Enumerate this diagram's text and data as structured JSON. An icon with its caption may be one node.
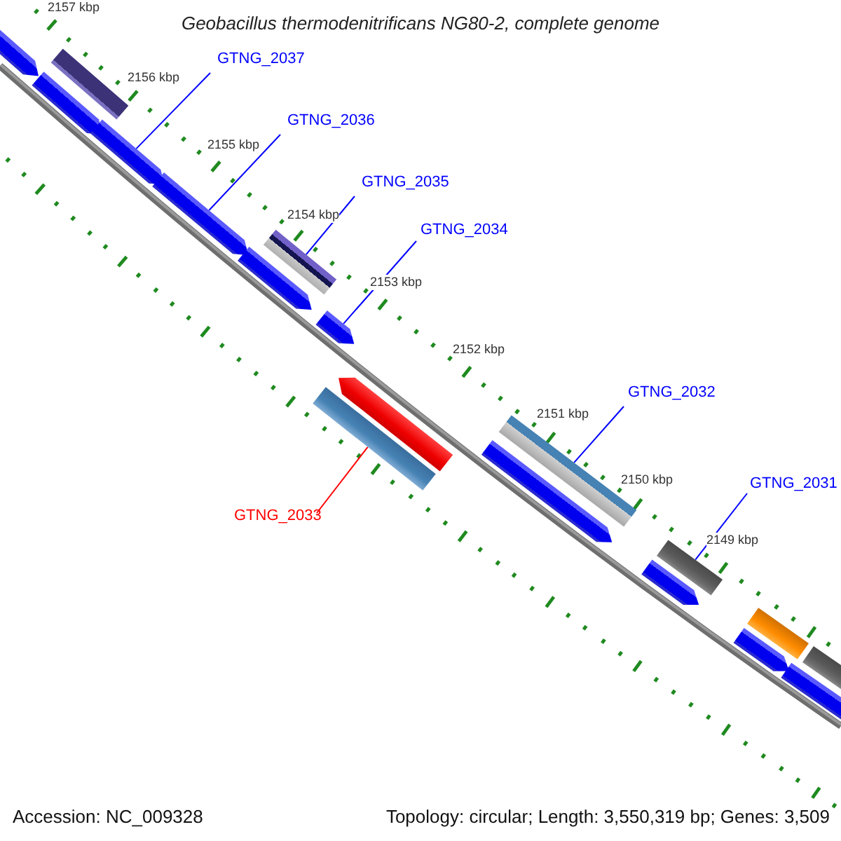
{
  "diagram": {
    "title": "Geobacillus thermodenitrificans NG80-2, complete genome",
    "nodes": [
      {
        "text": [
          "GTNG_2037"
        ]
      },
      {
        "text": [
          "GTNG_2036"
        ]
      },
      {
        "text": [
          "GTNG_2035"
        ]
      },
      {
        "text": [
          "GTNG_2034"
        ]
      },
      {
        "text": [
          "GTNG_2032"
        ]
      },
      {
        "text": [
          "GTNG_2031"
        ]
      },
      {
        "text": [
          "GTNG_2033"
        ]
      },
      {
        "text": [],
        "shape": "arrow"
      },
      {
        "text": [],
        "shape": "arrow"
      },
      {
        "text": [],
        "shape": "bar"
      },
      {
        "text": [],
        "shape": "arrow"
      },
      {
        "text": [],
        "shape": "arrow"
      },
      {
        "text": [],
        "shape": "arrow"
      },
      {
        "text": [],
        "shape": "bar"
      },
      {
        "text": [],
        "shape": "arrow"
      },
      {
        "text": [],
        "shape": "bar"
      },
      {
        "text": [],
        "shape": "arrow"
      },
      {
        "text": [],
        "shape": "arrow"
      },
      {
        "text": [],
        "shape": "bar"
      },
      {
        "text": [],
        "shape": "arrow"
      },
      {
        "text": [],
        "shape": "bar"
      },
      {
        "text": [],
        "shape": "arrow"
      },
      {
        "text": [],
        "shape": "bar"
      },
      {
        "text": [],
        "shape": "arrow"
      },
      {
        "text": [],
        "shape": "bar"
      }
    ],
    "edges": [
      {
        "from": 0,
        "to": 10,
        "arrow": "none"
      },
      {
        "from": 1,
        "to": 11,
        "arrow": "none"
      },
      {
        "from": 2,
        "to": 13,
        "arrow": "none"
      },
      {
        "from": 3,
        "to": 14,
        "arrow": "none"
      },
      {
        "from": 4,
        "to": 18,
        "arrow": "none"
      },
      {
        "from": 5,
        "to": 20,
        "arrow": "none"
      },
      {
        "from": 6,
        "to": 15,
        "arrow": "none",
        "color": "#ff0000"
      }
    ],
    "labels": [
      "2157 kbp",
      "2156 kbp",
      "2155 kbp",
      "2154 kbp",
      "2153 kbp",
      "2152 kbp",
      "2151 kbp",
      "2150 kbp",
      "2149 kbp",
      "Accession: NC_009328",
      "Topology: circular; Length: 3,550,319 bp; Genes: 3,509"
    ]
  }
}
